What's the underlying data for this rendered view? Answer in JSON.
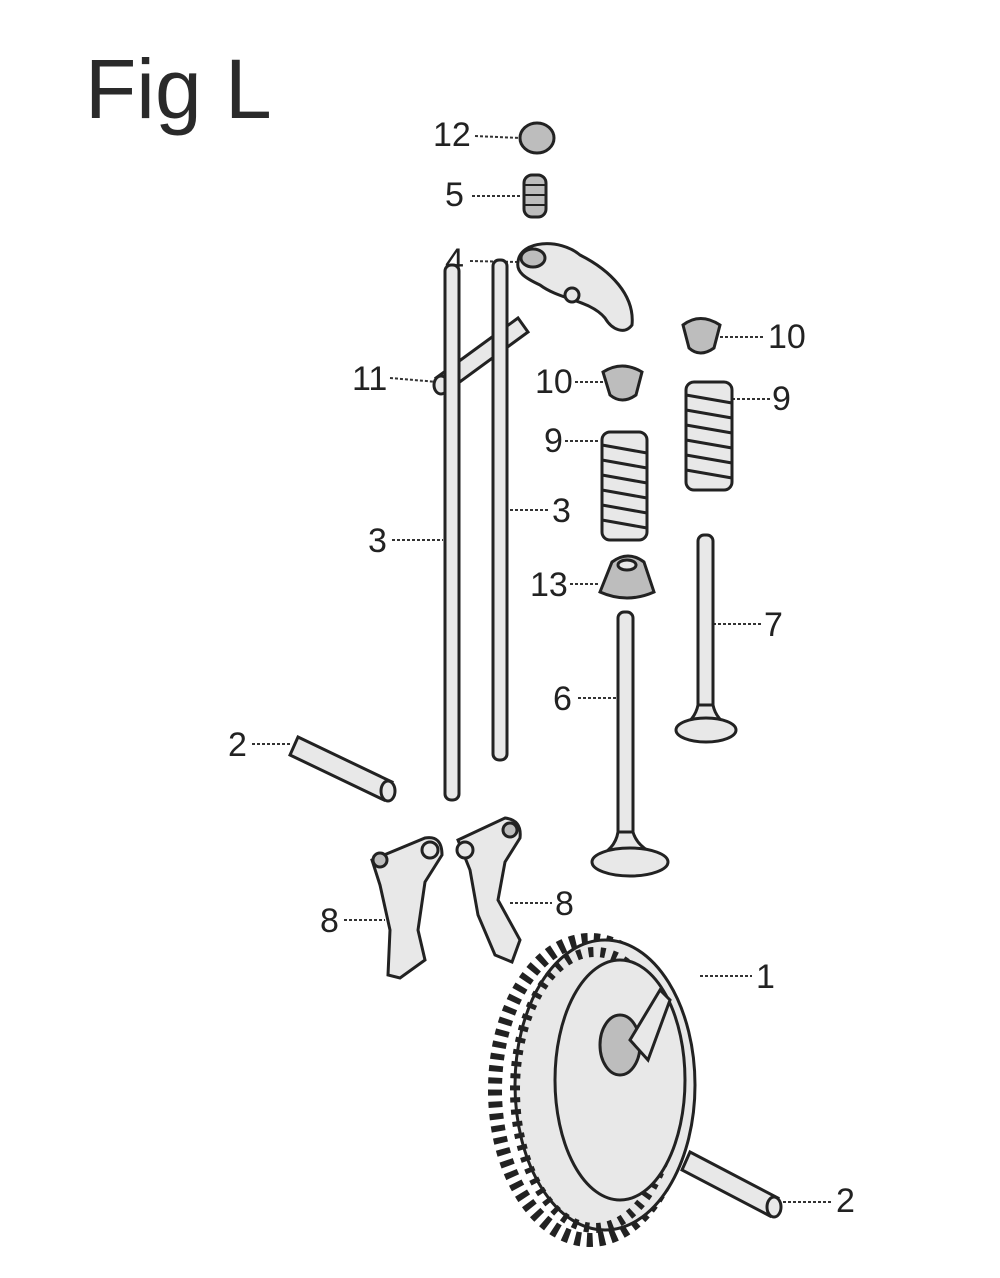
{
  "title": "Fig L",
  "callouts": {
    "gear": "1",
    "pin_left": "2",
    "pin_right": "2",
    "pushrod_left": "3",
    "pushrod_right": "3",
    "rocker_arm": "4",
    "spring_small": "5",
    "valve_intake": "6",
    "valve_exhaust": "7",
    "lifter_left": "8",
    "lifter_right": "8",
    "spring_left": "9",
    "spring_right": "9",
    "retainer_left": "10",
    "retainer_right": "10",
    "pin_rocker": "11",
    "nut": "12",
    "seal": "13"
  }
}
